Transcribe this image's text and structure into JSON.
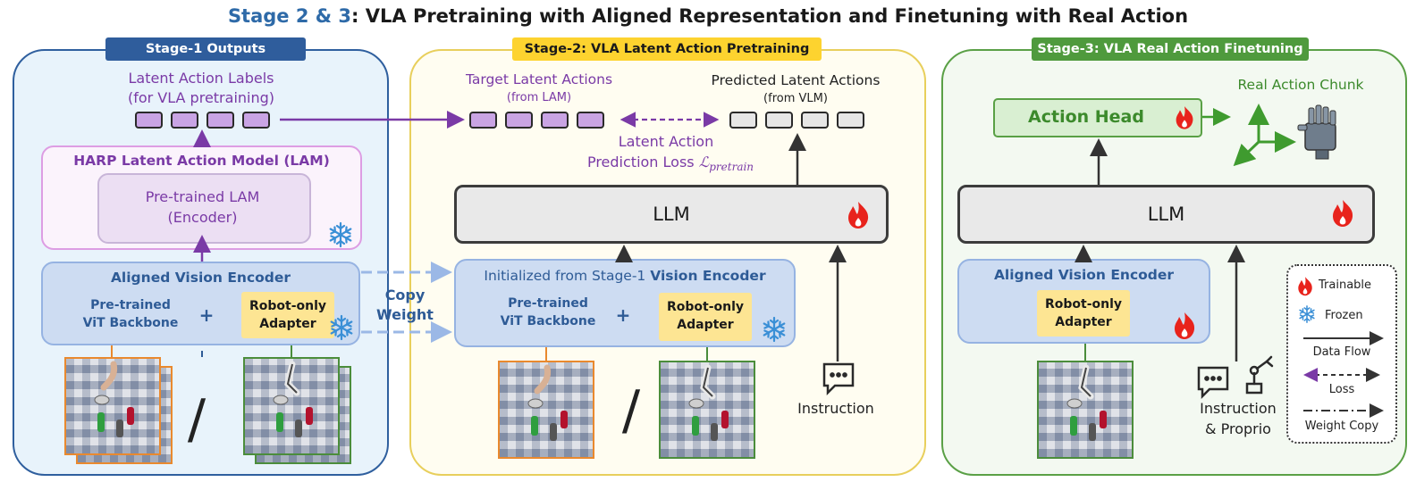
{
  "title": {
    "accent": "Stage 2 & 3",
    "rest": ": VLA Pretraining with Aligned Representation and Finetuning with Real Action"
  },
  "stage1": {
    "header": "Stage-1 Outputs",
    "labels_line1": "Latent Action Labels",
    "labels_line2": "(for VLA pretraining)",
    "lam_title": "HARP Latent Action Model (LAM)",
    "lam_inner_line1": "Pre-trained LAM",
    "lam_inner_line2": "(Encoder)",
    "encoder_title": "Aligned Vision Encoder",
    "vit_line1": "Pre-trained",
    "vit_line2": "ViT Backbone",
    "plus": "+",
    "adapter_line1": "Robot-only",
    "adapter_line2": "Adapter",
    "slash": "/"
  },
  "copy": {
    "line1": "Copy",
    "line2": "Weight"
  },
  "stage2": {
    "header": "Stage-2: VLA Latent Action Pretraining",
    "target_line1": "Target Latent Actions",
    "target_line2": "(from LAM)",
    "pred_line1": "Predicted Latent Actions",
    "pred_line2": "(from VLM)",
    "loss_line1": "Latent Action",
    "loss_line2": "Prediction Loss ",
    "loss_symbol": "ℒ",
    "loss_sub": "pretrain",
    "llm": "LLM",
    "encoder_prefix": "Initialized from Stage-1 ",
    "encoder_bold": "Vision Encoder",
    "vit_line1": "Pre-trained",
    "vit_line2": "ViT Backbone",
    "plus": "+",
    "adapter_line1": "Robot-only",
    "adapter_line2": "Adapter",
    "slash": "/",
    "instruction": "Instruction"
  },
  "stage3": {
    "header": "Stage-3: VLA Real Action Finetuning",
    "action_head": "Action Head",
    "real_action": "Real Action Chunk",
    "llm": "LLM",
    "encoder_title": "Aligned Vision Encoder",
    "adapter_line1": "Robot-only",
    "adapter_line2": "Adapter",
    "instr_line1": "Instruction",
    "instr_line2": "& Proprio"
  },
  "legend": {
    "trainable": "Trainable",
    "frozen": "Frozen",
    "data_flow": "Data Flow",
    "loss": "Loss",
    "weight_copy": "Weight Copy"
  },
  "colors": {
    "stage1_border": "#2f5f9e",
    "stage2_border": "#e8cf5c",
    "stage3_border": "#5aa046",
    "latent_purple": "#7a3aa6",
    "fire_red": "#e8231c",
    "snow_blue": "#3a8fd6"
  },
  "icons": [
    "fire-icon",
    "snowflake-icon",
    "chat-bubble-icon",
    "robot-arm-icon",
    "robot-hand-icon",
    "axes-icon"
  ]
}
